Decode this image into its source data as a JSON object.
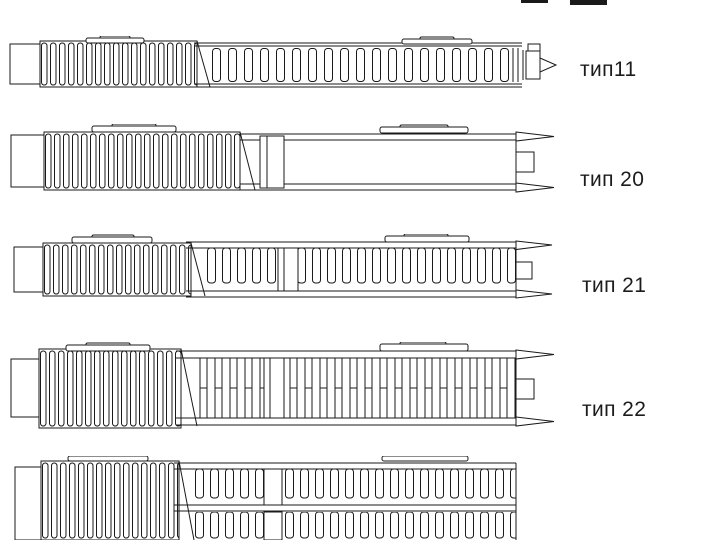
{
  "rows": [
    {
      "label": "тип11"
    },
    {
      "label": "тип 20"
    },
    {
      "label": "тип 21"
    },
    {
      "label": "тип 22"
    },
    {
      "label": ""
    }
  ],
  "colors": {
    "line": "#1a1a1a",
    "background": "#ffffff",
    "label_text": "#1c1c1c"
  }
}
